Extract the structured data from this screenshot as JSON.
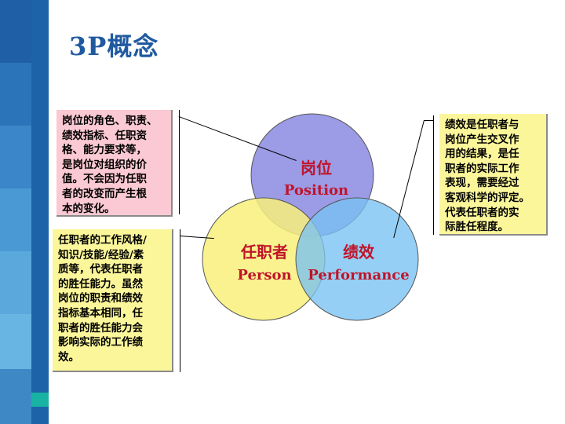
{
  "slide": {
    "title": "3P概念"
  },
  "venn": {
    "position": {
      "zh": "岗位",
      "en": "Position"
    },
    "person": {
      "zh": "任职者",
      "en": "Person"
    },
    "performance": {
      "zh": "绩效",
      "en": "Performance"
    }
  },
  "notes": {
    "position_desc": [
      "岗位的角色、职责、",
      "绩效指标、任职资",
      "格、能力要求等，",
      "是岗位对组织的价",
      "值。不会因为任职",
      "者的改变而产生根",
      "本的变化。"
    ],
    "person_desc": [
      "任职者的工作风格/",
      "知识/技能/经验/素",
      "质等，代表任职者",
      "的胜任能力。虽然",
      "岗位的职责和绩效",
      "指标基本相同，任",
      "职者的胜任能力会",
      "影响实际的工作绩",
      "效。"
    ],
    "performance_desc": [
      "绩效是任职者与",
      "岗位产生交叉作",
      "用的结果，是任",
      "职者的实际工作",
      "表现，需要经过",
      "客观科学的评定。",
      "代表任职者的实",
      "际胜任程度。"
    ]
  },
  "colors": {
    "title": "#1f5aa0",
    "sidebar_accent": "#1c63a8",
    "sidebar_teal": "#19b3a3",
    "circle_position": "#9b9be6",
    "circle_person": "#f8f07a",
    "circle_performance": "#79c2f2",
    "label_text": "#c0142a",
    "note_pink": "#fbc9d3",
    "note_yellow": "#fbf69a"
  }
}
